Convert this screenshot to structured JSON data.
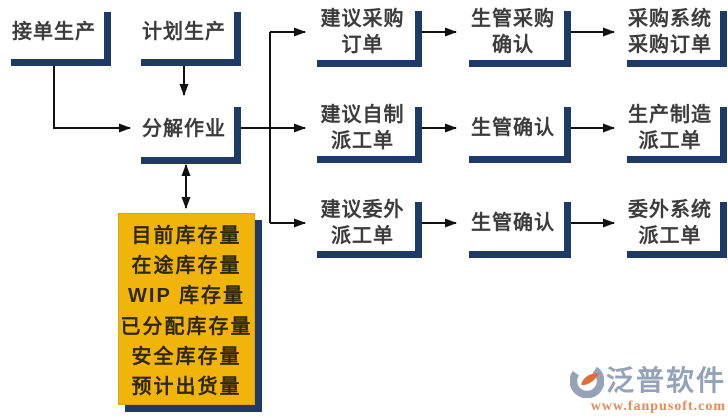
{
  "colors": {
    "shadow_navy": "#1e3a66",
    "box_fill": "#ffffff",
    "box_text": "#3c3c3c",
    "inventory_gold": "#f0b40a",
    "inventory_text": "#2e2808",
    "connector_black": "#111111",
    "logo_gray_blue": "#95a3b9",
    "logo_orange": "#ea8752"
  },
  "nodes": {
    "order_production": "接单生产",
    "planned_production": "计划生产",
    "decompose_job": "分解作业"
  },
  "inventory": [
    "目前库存量",
    "在途库存量",
    "WIP 库存量",
    "已分配库存量",
    "安全库存量",
    "预计出货量"
  ],
  "rows": [
    {
      "suggest": [
        "建议采购",
        "订单"
      ],
      "confirm": [
        "生管采购",
        "确认"
      ],
      "result": [
        "采购系统",
        "采购订单"
      ]
    },
    {
      "suggest": [
        "建议自制",
        "派工单"
      ],
      "confirm": [
        "生管确认"
      ],
      "result": [
        "生产制造",
        "派工单"
      ]
    },
    {
      "suggest": [
        "建议委外",
        "派工单"
      ],
      "confirm": [
        "生管确认"
      ],
      "result": [
        "委外系统",
        "派工单"
      ]
    }
  ],
  "logo": {
    "brand": "泛普软件",
    "url": "www.fanpusoft.com"
  }
}
